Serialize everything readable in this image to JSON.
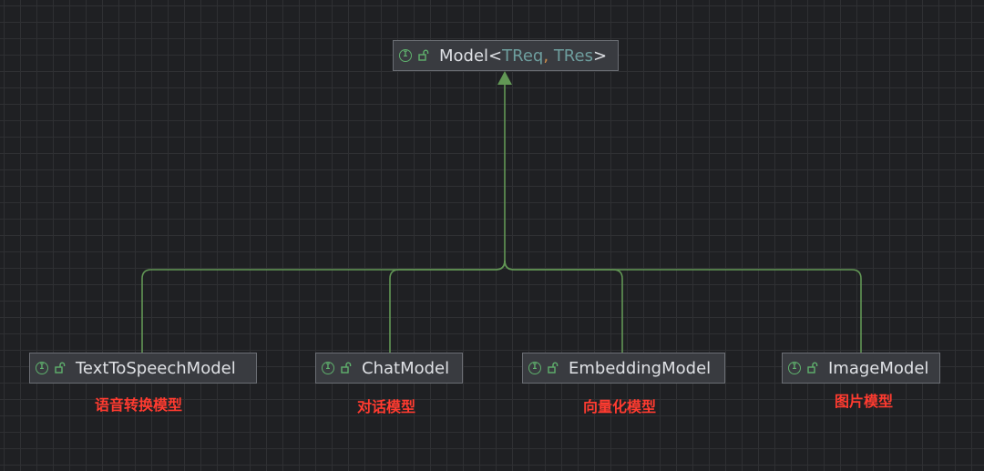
{
  "root_node": {
    "name": "Model",
    "open_bracket": "<",
    "type_param_1": "TReq",
    "separator": ",",
    "type_param_2": "TRes",
    "close_bracket": ">",
    "icon": "interface-icon",
    "visibility_icon": "public-lock-icon"
  },
  "child_nodes": [
    {
      "name": "TextToSpeechModel",
      "caption": "语音转换模型"
    },
    {
      "name": "ChatModel",
      "caption": "对话模型"
    },
    {
      "name": "EmbeddingModel",
      "caption": "向量化模型"
    },
    {
      "name": "ImageModel",
      "caption": "图片模型"
    }
  ],
  "colors": {
    "background": "#1f2023",
    "grid": "#2f3033",
    "node_fill": "#393b40",
    "node_border": "#6b6e74",
    "edge": "#629755",
    "interface_icon": "#5fb16d",
    "type_param": "#6e9e9e",
    "comma": "#cf8e4c",
    "caption": "#ff3b30"
  }
}
